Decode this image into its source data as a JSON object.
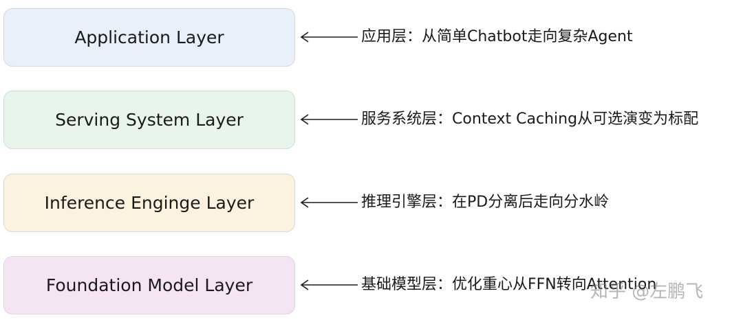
{
  "layers": [
    {
      "label": "Application Layer",
      "note": "应用层：从简单Chatbot走向复杂Agent",
      "fill": "#e8f0fc"
    },
    {
      "label": "Serving System Layer",
      "note": "服务系统层：Context Caching从可选演变为标配",
      "fill": "#e8f5ea"
    },
    {
      "label": "Inference Enginge Layer",
      "note": "推理引擎层：在PD分离后走向分水岭",
      "fill": "#fdf2e0"
    },
    {
      "label": "Foundation Model Layer",
      "note": "基础模型层：优化重心从FFN转向Attention",
      "fill": "#f4e4f4"
    }
  ],
  "watermark": "知乎 @左鹏飞",
  "colors": {
    "border": "#d9d9d9",
    "text": "#1a1a1a",
    "arrow": "#1a1a1a"
  }
}
